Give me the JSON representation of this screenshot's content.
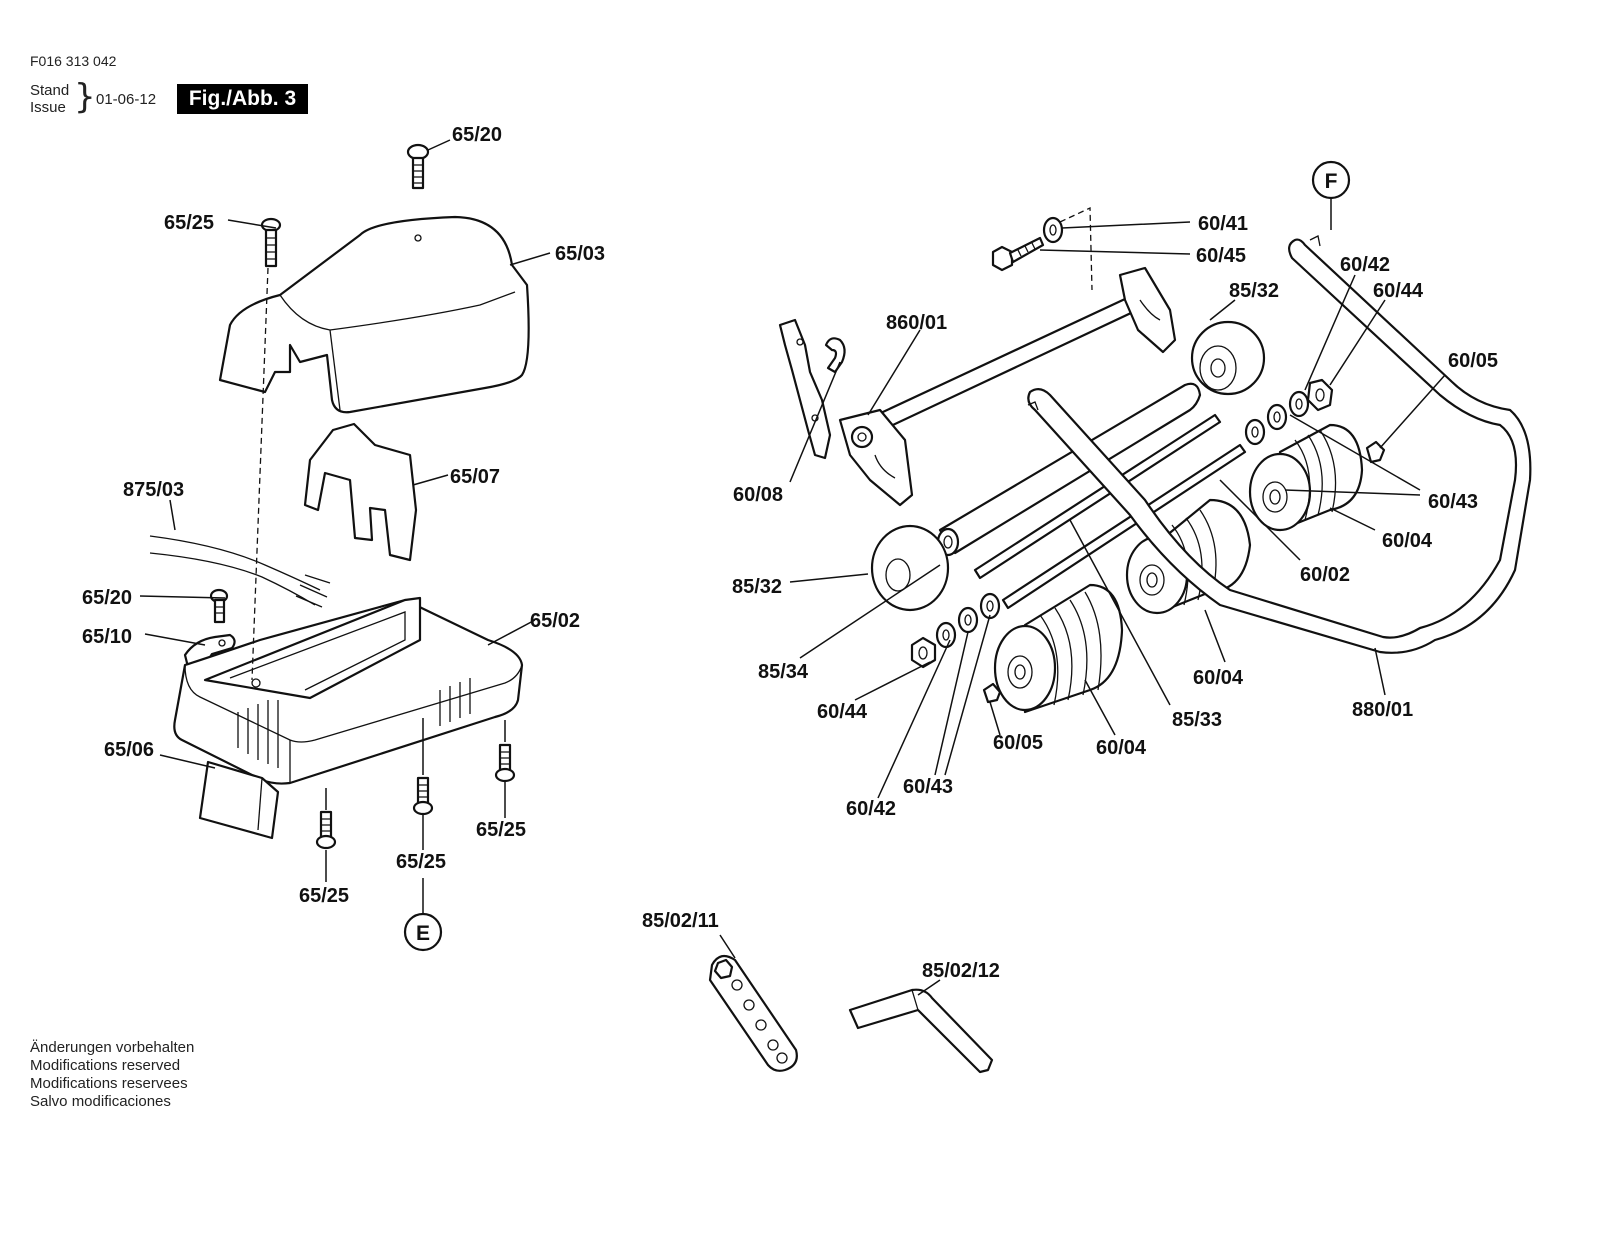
{
  "header": {
    "doc_number": "F016 313 042",
    "stand_label": "Stand",
    "issue_label": "Issue",
    "brace": "}",
    "date": "01-06-12",
    "figure_label": "Fig./Abb. 3"
  },
  "notes": {
    "lines": [
      "Änderungen vorbehalten",
      "Modifications reserved",
      "Modifications reservees",
      "Salvo modificaciones"
    ]
  },
  "references": {
    "E": "E",
    "F": "F"
  },
  "part_labels": {
    "p6520_top": "65/20",
    "p6525_top": "65/25",
    "p6503": "65/03",
    "p6507": "65/07",
    "p87503": "875/03",
    "p6520_mid": "65/20",
    "p6510": "65/10",
    "p6502": "65/02",
    "p6506": "65/06",
    "p6525_r": "65/25",
    "p6525_c": "65/25",
    "p6525_l": "65/25",
    "p6041": "60/41",
    "p6045": "60/45",
    "p86001": "860/01",
    "p8532_top": "85/32",
    "p6042_top": "60/42",
    "p6044_top": "60/44",
    "p6005_top": "60/05",
    "p6008": "60/08",
    "p6043_r": "60/43",
    "p6004_r": "60/04",
    "p6002": "60/02",
    "p8532_l": "85/32",
    "p8534": "85/34",
    "p6004_m": "60/04",
    "p6044_b": "60/44",
    "p6005_b": "60/05",
    "p8533": "85/33",
    "p88001": "880/01",
    "p6004_b": "60/04",
    "p6043_b": "60/43",
    "p6042_b": "60/42",
    "p850211": "85/02/11",
    "p850212": "85/02/12"
  }
}
